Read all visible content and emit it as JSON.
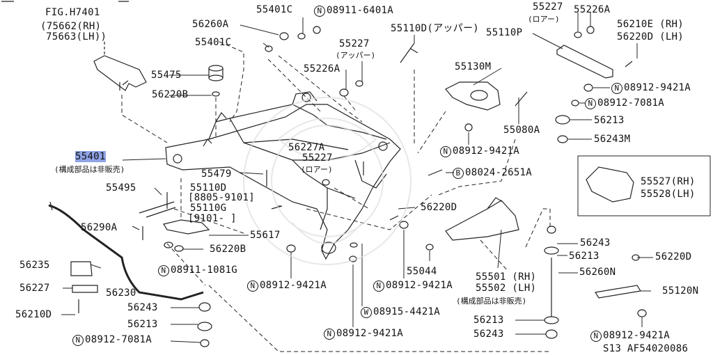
{
  "diagram": {
    "figure_ref": "FIG.H7401",
    "figure_note": "S13 AF54020086",
    "highlighted_part": "55401",
    "labels": {
      "fig_rh": "(75662(RH)",
      "fig_lh": "75663(LH))",
      "p55401c_a": "55401C",
      "n_6401a": "08911-6401A",
      "p56260a": "56260A",
      "p55401c_b": "55401C",
      "p55227_upper": "55227",
      "upper_jp": "(アッパー)",
      "p55110d_upper": "55110D(アッパー)",
      "p55227_r": "55227",
      "lower_jp_r": "(ロアー)",
      "p55226a_r": "55226A",
      "p55110p": "55110P",
      "p56210e": "56210E (RH)",
      "p56220d_lh": "56220D (LH)",
      "p55475": "55475",
      "p56220b_a": "56220B",
      "p55226a": "55226A",
      "p55130m": "55130M",
      "n_9421a_a": "08912-9421A",
      "n_7081a_a": "08912-7081A",
      "p56213_a": "56213",
      "p55080a": "55080A",
      "p56243m": "56243M",
      "p55401_hl": "55401",
      "not_sold_a": "(構成部品は非販売)",
      "p56227a": "56227A",
      "p55227_lower": "55227",
      "lower_jp": "(ロアー)",
      "n_9421a_b": "08912-9421A",
      "p55479": "55479",
      "b_2651a": "08024-2651A",
      "p55527": "55527(RH)",
      "p55528": "55528(LH)",
      "p55495": "55495",
      "p55110d": "55110D",
      "date_a": "[8805-9101]",
      "p55110g": "55110G",
      "date_b": "[9101-      ]",
      "p56220d_mid": "56220D",
      "p56290a": "56290A",
      "p55617": "55617",
      "p56243_a": "56243",
      "p56220b_b": "56220B",
      "p56213_b": "56213",
      "p56220d_r": "56220D",
      "p56235": "56235",
      "n_1081g": "08911-1081G",
      "p55044": "55044",
      "p55501": "55501 (RH)",
      "p55502": "55502 (LH)",
      "p56260n": "56260N",
      "p56227": "56227",
      "p56230": "56230",
      "n_9421a_c": "08912-9421A",
      "n_9421a_d": "08912-9421A",
      "not_sold_b": "(構成部品は非販売)",
      "p55120n": "55120N",
      "p56210d": "56210D",
      "p56243_b": "56243",
      "w_4421a": "08915-4421A",
      "p56213_c": "56213",
      "p56213_d": "56213",
      "n_9421a_e": "08912-9421A",
      "n_7081a_b": "08912-7081A",
      "n_9421a_f": "08912-9421A",
      "p56243_c": "56243"
    },
    "markers": {
      "nut": "N",
      "bolt": "B",
      "washer": "W"
    }
  }
}
